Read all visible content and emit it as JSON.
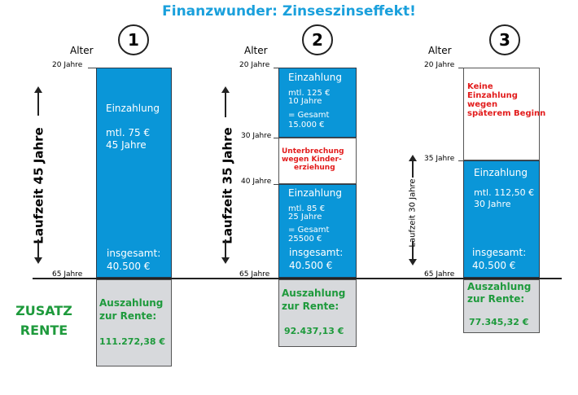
{
  "title": "Finanzwunder: Zinseszinseffekt!",
  "colors": {
    "title": "#1aa0dc",
    "bar": "#0a96d8",
    "payout_text": "#1e9a3c",
    "note_red": "#e21c1c",
    "payout_bg": "#d7d9dc"
  },
  "zusatz_rente": {
    "line1": "ZUSATZ",
    "line2": "RENTE"
  },
  "scenarios": [
    {
      "number": "1",
      "alter": "Alter",
      "ticks": {
        "top": "20 Jahre",
        "bottom": "65 Jahre"
      },
      "laufzeit": "Laufzeit 45 Jahre",
      "block": {
        "heading": "Einzahlung",
        "line1": "mtl. 75 €",
        "line2": "45 Jahre"
      },
      "total_label": "insgesamt:",
      "total_value": "40.500 €",
      "payout_label1": "Auszahlung",
      "payout_label2": "zur Rente:",
      "payout_value": "111.272,38 €"
    },
    {
      "number": "2",
      "alter": "Alter",
      "ticks": {
        "top": "20 Jahre",
        "mid1": "30 Jahre",
        "mid2": "40 Jahre",
        "bottom": "65 Jahre"
      },
      "laufzeit": "Laufzeit 35 Jahre",
      "block_a": {
        "heading": "Einzahlung",
        "line1": "mtl. 125 €",
        "line2": "10 Jahre",
        "line3": "= Gesamt",
        "line4": "15.000 €"
      },
      "pause": {
        "line1": "Unterbrechung",
        "line2": "wegen Kinder-",
        "line3": "erziehung"
      },
      "block_b": {
        "heading": "Einzahlung",
        "line1": "mtl. 85 €",
        "line2": "25 Jahre",
        "line3": "= Gesamt",
        "line4": "25500 €"
      },
      "total_label": "insgesamt:",
      "total_value": "40.500 €",
      "payout_label1": "Auszahlung",
      "payout_label2": "zur Rente:",
      "payout_value": "92.437,13 €"
    },
    {
      "number": "3",
      "alter": "Alter",
      "ticks": {
        "top": "20 Jahre",
        "mid": "35 Jahre",
        "bottom": "65 Jahre"
      },
      "laufzeit": "Laufzeit 30 Jahre",
      "note": {
        "line1": "Keine",
        "line2": "Einzahlung",
        "line3": "wegen",
        "line4": "späterem Beginn"
      },
      "block": {
        "heading": "Einzahlung",
        "line1": "mtl. 112,50 €",
        "line2": "30 Jahre"
      },
      "total_label": "insgesamt:",
      "total_value": "40.500 €",
      "payout_label1": "Auszahlung",
      "payout_label2": "zur Rente:",
      "payout_value": "77.345,32 €"
    }
  ]
}
